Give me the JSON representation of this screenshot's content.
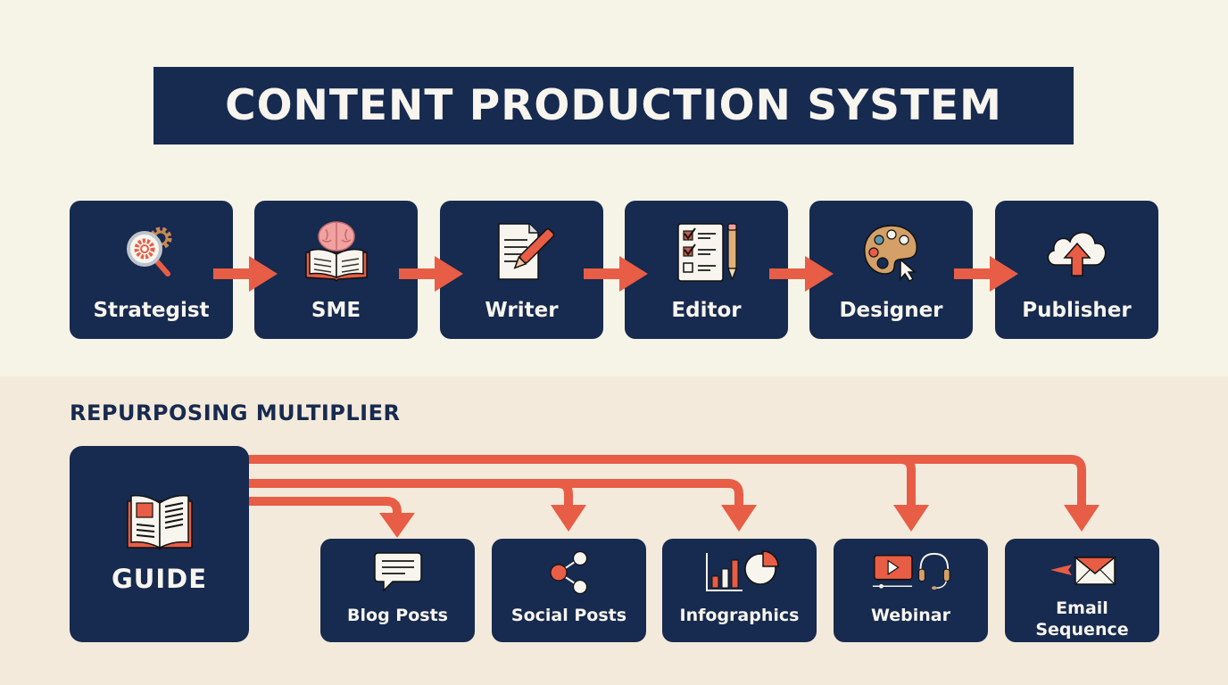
{
  "title": "CONTENT PRODUCTION SYSTEM",
  "colors": {
    "navy": "#172a4f",
    "accent": "#e85d45",
    "background_top": "#f6f3e7",
    "background_bottom": "#f3eadb",
    "text_light": "#f7f5ee"
  },
  "pipeline": {
    "stages": [
      {
        "label": "Strategist",
        "icon": "magnifier-gear-icon"
      },
      {
        "label": "SME",
        "icon": "brain-book-icon"
      },
      {
        "label": "Writer",
        "icon": "document-pen-icon"
      },
      {
        "label": "Editor",
        "icon": "checklist-pencil-icon"
      },
      {
        "label": "Designer",
        "icon": "palette-cursor-icon"
      },
      {
        "label": "Publisher",
        "icon": "cloud-upload-icon"
      }
    ]
  },
  "repurposing": {
    "heading": "REPURPOSING MULTIPLIER",
    "source": {
      "label": "GUIDE",
      "icon": "open-book-icon"
    },
    "outputs": [
      {
        "label": "Blog Posts",
        "icon": "speech-bubble-icon"
      },
      {
        "label": "Social Posts",
        "icon": "share-icon"
      },
      {
        "label": "Infographics",
        "icon": "bar-pie-chart-icon"
      },
      {
        "label": "Webinar",
        "icon": "video-headset-icon"
      },
      {
        "label_line1": "Email",
        "label_line2": "Sequence",
        "icon": "envelope-icon"
      }
    ]
  }
}
